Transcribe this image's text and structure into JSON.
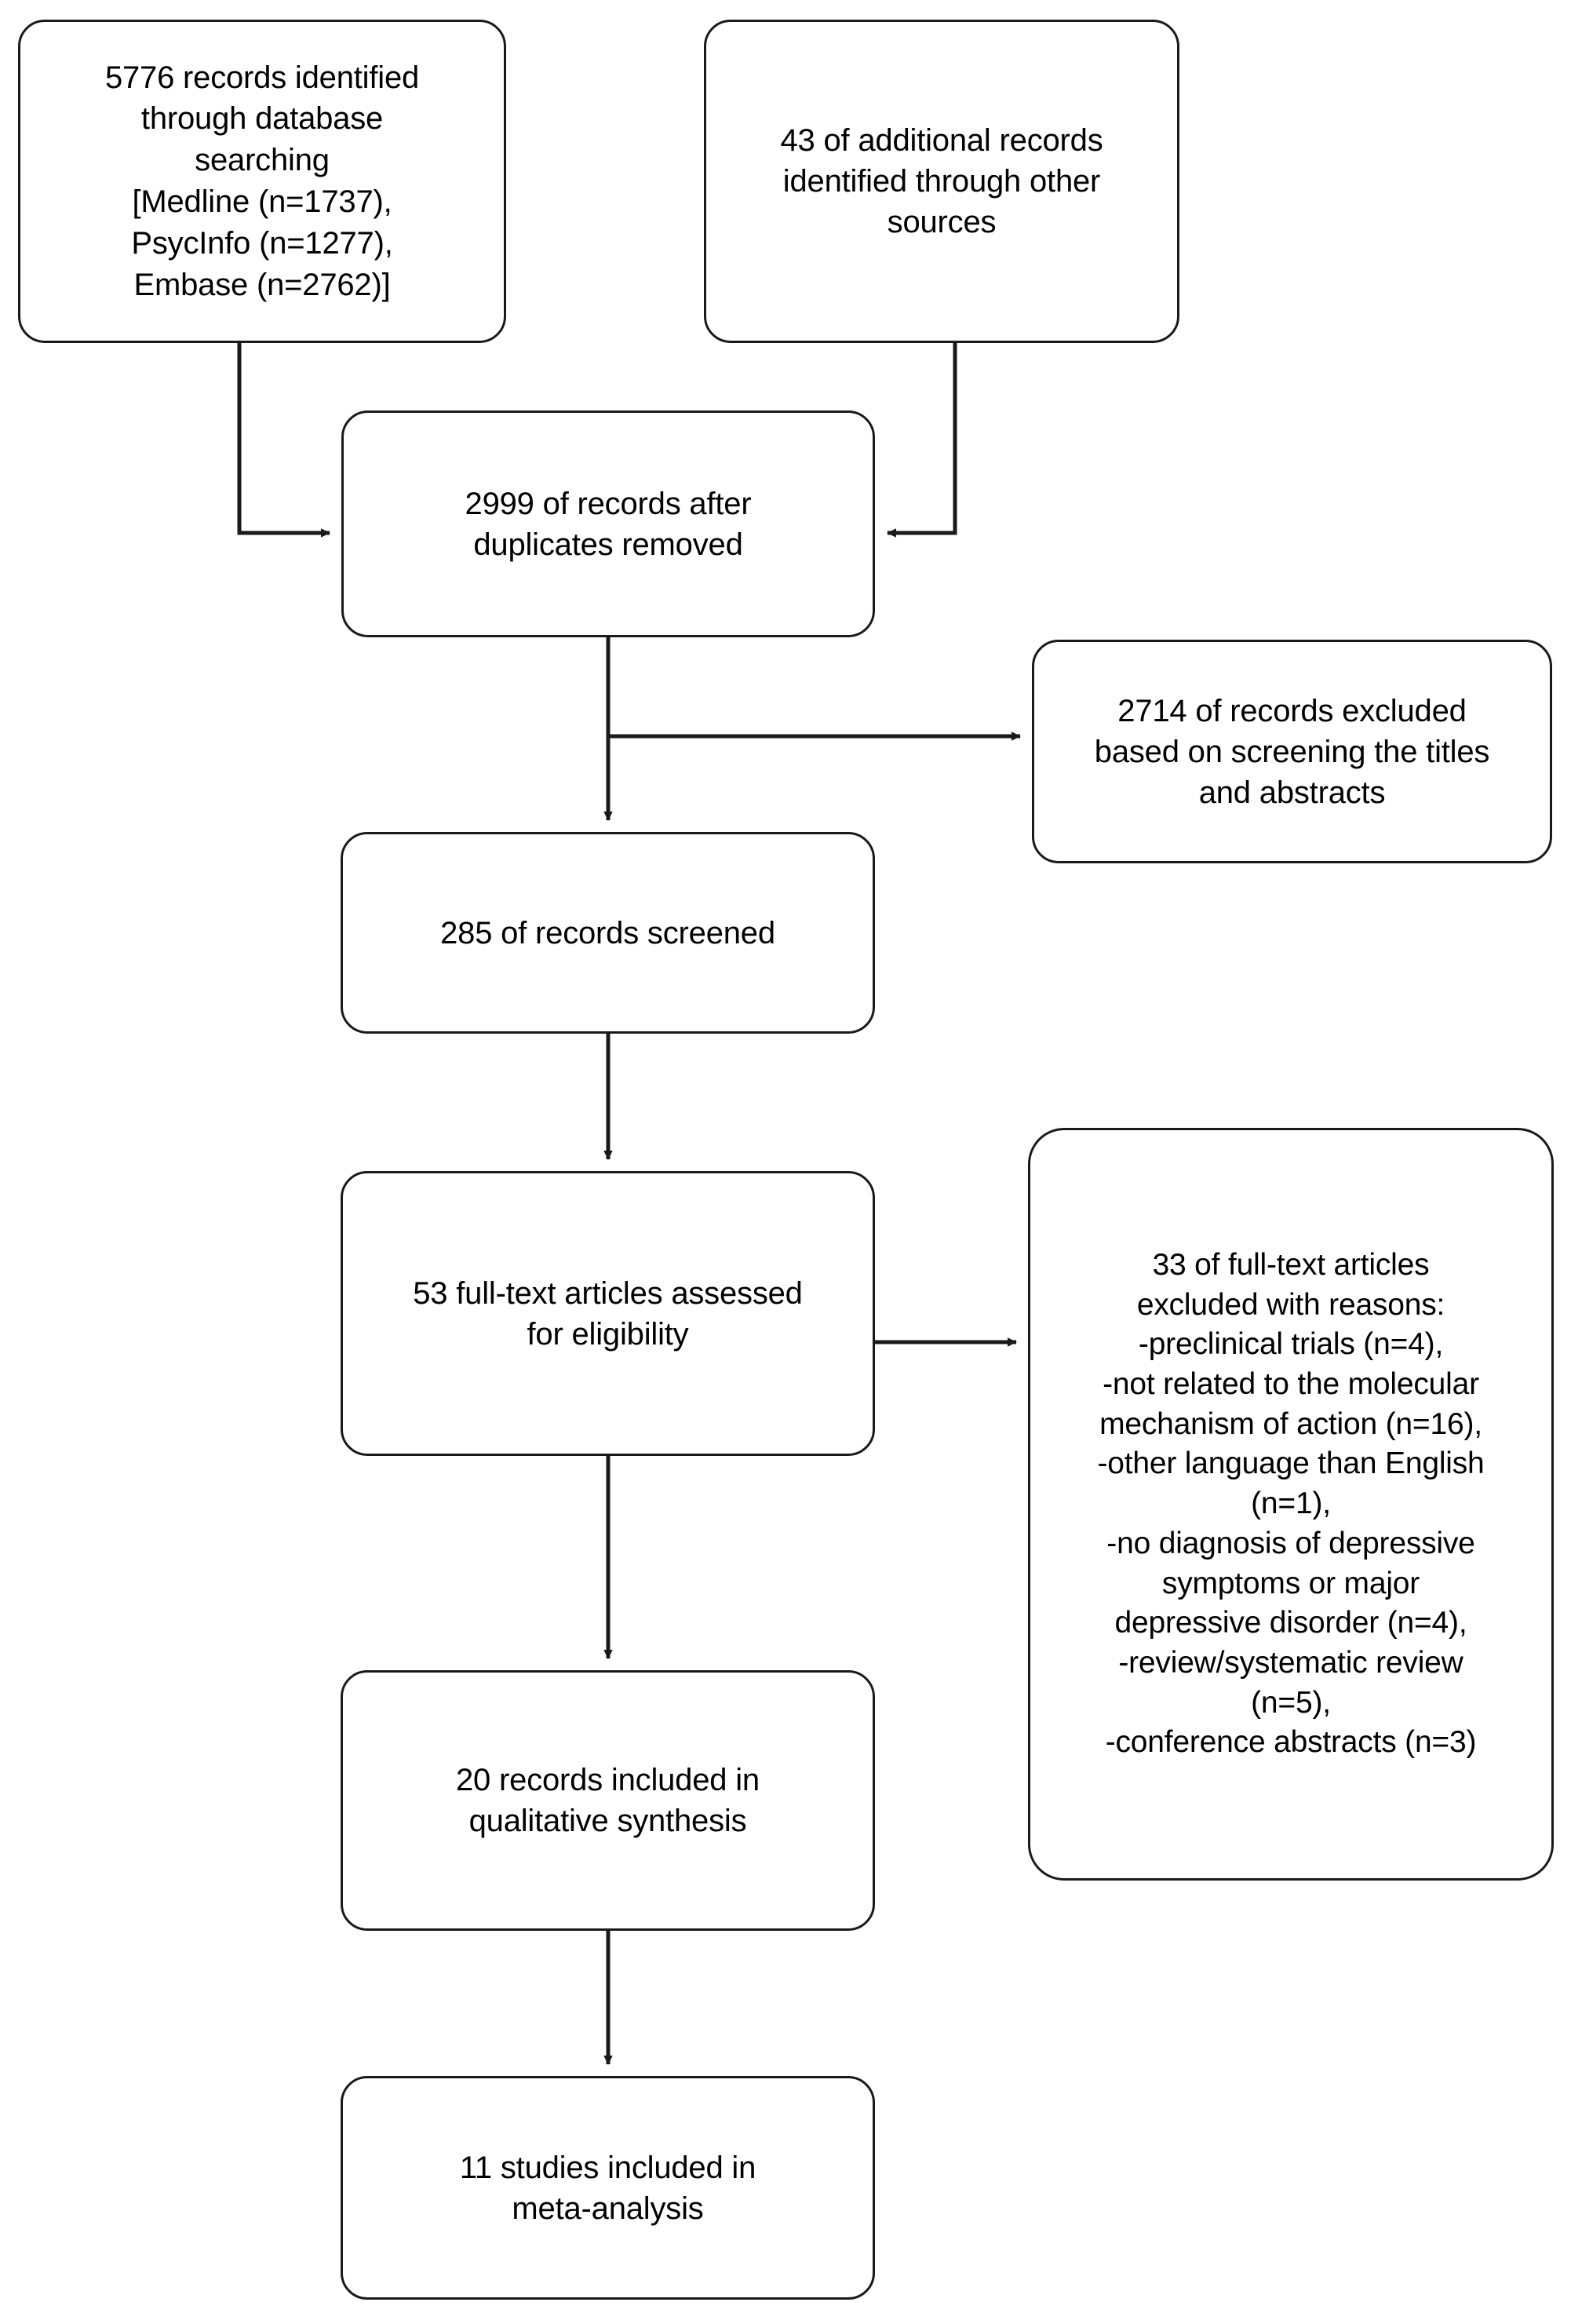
{
  "diagram": {
    "type": "prisma-flow-diagram",
    "title": "PRISMA study selection flow diagram",
    "stroke_color": "#1a1a1a",
    "fill_color": "#ffffff",
    "text_color": "#000000"
  },
  "nodes": {
    "identified_db": {
      "id": "identified-through-database-searching",
      "text": "5776 records identified\nthrough database\nsearching\n[Medline (n=1737),\nPsycInfo (n=1277),\nEmbase (n=2762)]",
      "count": 5776,
      "sources": [
        {
          "name": "Medline",
          "n": 1737
        },
        {
          "name": "PsycInfo",
          "n": 1277
        },
        {
          "name": "Embase",
          "n": 2762
        }
      ]
    },
    "identified_other": {
      "id": "identified-through-other-sources",
      "text": "43 of additional records\nidentified through other\nsources",
      "count": 43
    },
    "after_duplicates": {
      "id": "records-after-duplicates-removed",
      "text": "2999 of records after\nduplicates removed",
      "count": 2999
    },
    "excluded_screening": {
      "id": "records-excluded-screening",
      "text": "2714 of records excluded\nbased on screening the titles\nand abstracts",
      "count": 2714
    },
    "screened": {
      "id": "records-screened",
      "text": "285 of records screened",
      "count": 285
    },
    "fulltext_assessed": {
      "id": "full-text-articles-assessed",
      "text": "53 full-text articles assessed\nfor eligibility",
      "count": 53
    },
    "excluded_reasons": {
      "id": "full-text-articles-excluded-with-reasons",
      "text": "33 of full-text articles\nexcluded with reasons:\n-preclinical trials (n=4),\n-not related to the molecular\nmechanism of action (n=16),\n-other language than English\n(n=1),\n-no diagnosis of depressive\nsymptoms or major\ndepressive disorder (n=4),\n-review/systematic review\n(n=5),\n-conference abstracts (n=3)",
      "count": 33,
      "reasons": [
        {
          "label": "preclinical trials",
          "n": 4
        },
        {
          "label": "not related to the molecular mechanism of action",
          "n": 16
        },
        {
          "label": "other language than English",
          "n": 1
        },
        {
          "label": "no diagnosis of depressive symptoms or major depressive disorder",
          "n": 4
        },
        {
          "label": "review/systematic review",
          "n": 5
        },
        {
          "label": "conference abstracts",
          "n": 3
        }
      ]
    },
    "qualitative": {
      "id": "records-included-qualitative-synthesis",
      "text": "20 records included in\nqualitative synthesis",
      "count": 20
    },
    "meta_analysis": {
      "id": "studies-included-meta-analysis",
      "text": "11 studies included in\nmeta-analysis",
      "count": 11
    }
  },
  "edges": [
    {
      "from": "identified_db",
      "to": "after_duplicates",
      "kind": "elbow-down-right"
    },
    {
      "from": "identified_other",
      "to": "after_duplicates",
      "kind": "elbow-down-left"
    },
    {
      "from": "after_duplicates",
      "to": "screened",
      "kind": "straight-down"
    },
    {
      "from": "after_duplicates",
      "to": "excluded_screening",
      "kind": "branch-right"
    },
    {
      "from": "screened",
      "to": "fulltext_assessed",
      "kind": "straight-down"
    },
    {
      "from": "fulltext_assessed",
      "to": "excluded_reasons",
      "kind": "straight-right"
    },
    {
      "from": "fulltext_assessed",
      "to": "qualitative",
      "kind": "straight-down"
    },
    {
      "from": "qualitative",
      "to": "meta_analysis",
      "kind": "straight-down"
    }
  ]
}
